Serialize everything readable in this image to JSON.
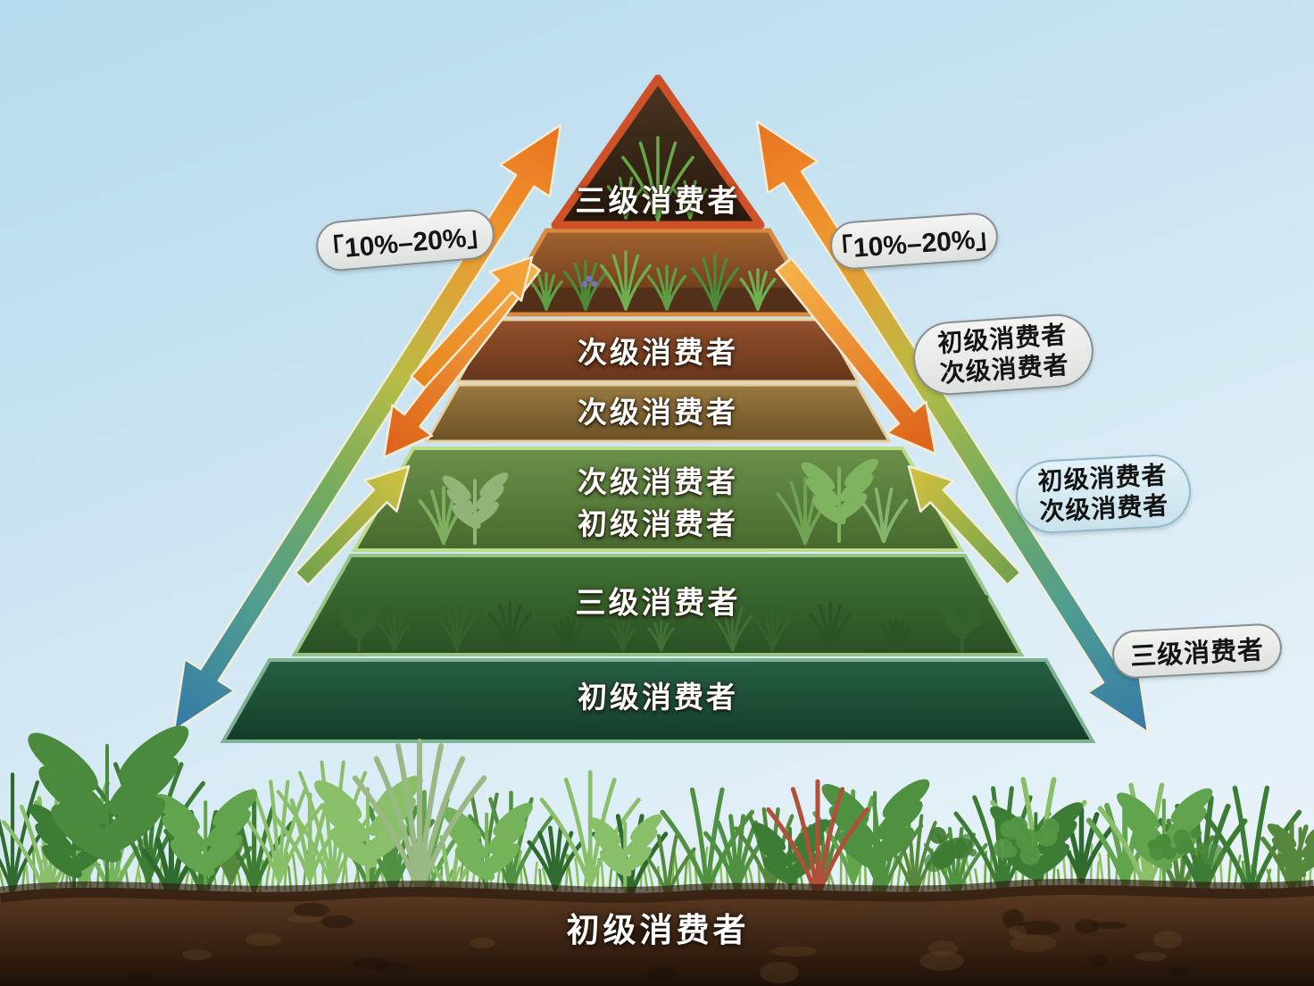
{
  "pyramid": {
    "levels": [
      {
        "label": "三级消费者"
      },
      {
        "label": ""
      },
      {
        "label": "次级消费者"
      },
      {
        "label": "次级消费者"
      },
      {
        "label_line1": "次级消费者",
        "label_line2": "初级消费者"
      },
      {
        "label": "三级消费者"
      },
      {
        "label": "初级消费者"
      }
    ]
  },
  "callouts": {
    "left_transfer_rate": "「10%–20%」",
    "right_transfer_rate": "「10%–20%」",
    "right_upper": {
      "line1": "初级消费者",
      "line2": "次级消费者"
    },
    "right_middle": {
      "line1": "初级消费者",
      "line2": "次级消费者"
    },
    "right_lower": "三级消费者"
  },
  "ground": {
    "label": "初级消费者"
  },
  "colors": {
    "arrow_orange": "#e8731f",
    "arrow_blue": "#3579a8",
    "arrow_green": "#74ac5e",
    "sky_top": "#b6dbee",
    "soil_brown": "#4a2c17"
  }
}
